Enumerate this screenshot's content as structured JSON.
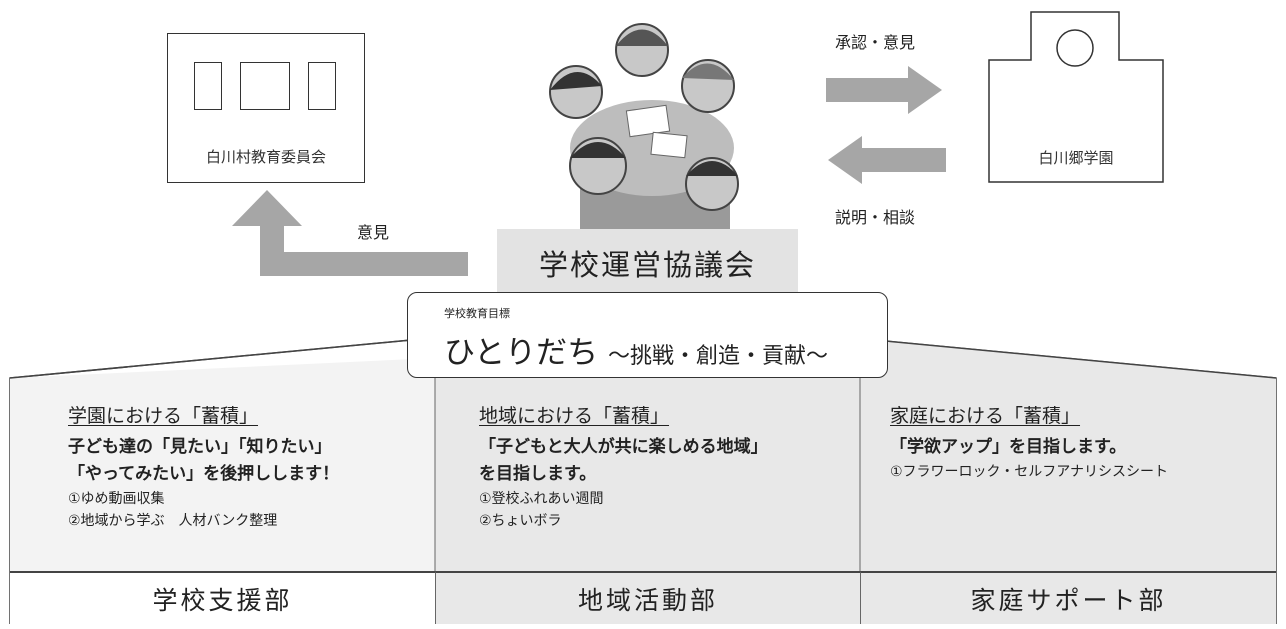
{
  "board": {
    "label": "白川村教育委員会"
  },
  "school": {
    "label": "白川郷学園"
  },
  "arrows": {
    "to_school": "承認・意見",
    "to_council": "説明・相談",
    "to_board": "意見"
  },
  "council": {
    "title": "学校運営協議会"
  },
  "goal": {
    "caption": "学校教育目標",
    "main": "ひとりだち",
    "sub": "～挑戦・創造・貢献～"
  },
  "columns": [
    {
      "heading": "学園における「蓄積」",
      "bold_lines": [
        "子ども達の「見たい」「知りたい」",
        "「やってみたい」を後押しします！"
      ],
      "items": [
        "①ゆめ動画収集",
        "②地域から学ぶ　人材バンク整理"
      ],
      "department": "学校支援部"
    },
    {
      "heading": "地域における「蓄積」",
      "bold_lines": [
        "「子どもと大人が共に楽しめる地域」",
        "を目指します。"
      ],
      "items": [
        "①登校ふれあい週間",
        "②ちょいボラ"
      ],
      "department": "地域活動部"
    },
    {
      "heading": "家庭における「蓄積」",
      "bold_lines": [
        "「学欲アップ」を目指します。"
      ],
      "items": [
        "①フラワーロック・セルフアナリシスシート"
      ],
      "department": "家庭サポート部"
    }
  ],
  "colors": {
    "panel_gray": "#e8e8e8",
    "arrow_gray": "#a6a6a6",
    "council_gray": "#e3e3e3"
  }
}
